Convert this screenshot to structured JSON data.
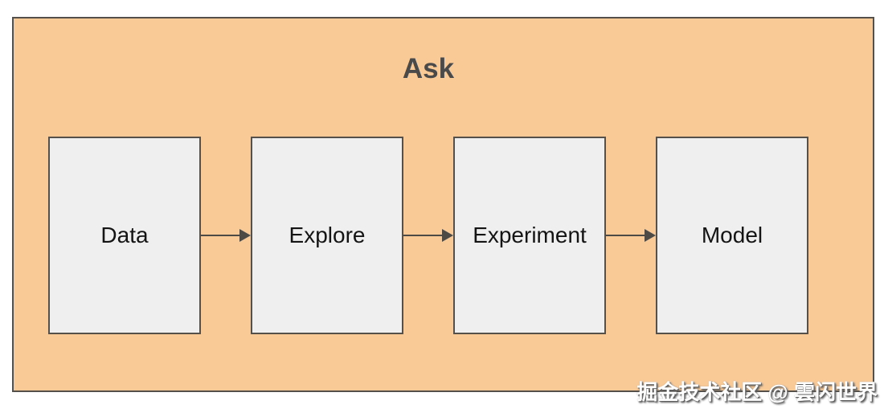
{
  "diagram": {
    "title": "Ask",
    "nodes": [
      {
        "label": "Data"
      },
      {
        "label": "Explore"
      },
      {
        "label": "Experiment"
      },
      {
        "label": "Model"
      }
    ],
    "connectors": [
      {
        "from": "Data",
        "to": "Explore",
        "icon": "arrow-right-icon"
      },
      {
        "from": "Explore",
        "to": "Experiment",
        "icon": "arrow-right-icon"
      },
      {
        "from": "Experiment",
        "to": "Model",
        "icon": "arrow-right-icon"
      }
    ],
    "watermark": "掘金技术社区 @ 雲闪世界",
    "colors": {
      "container_fill": "#f9c996",
      "container_border": "#55504a",
      "node_fill": "#efefef",
      "node_border": "#55504a",
      "arrow_color": "#4d4a45",
      "title_color": "#4a4a4a",
      "node_text": "#141414",
      "watermark_color": "#ffffff",
      "canvas_bg": "#ffffff"
    }
  }
}
